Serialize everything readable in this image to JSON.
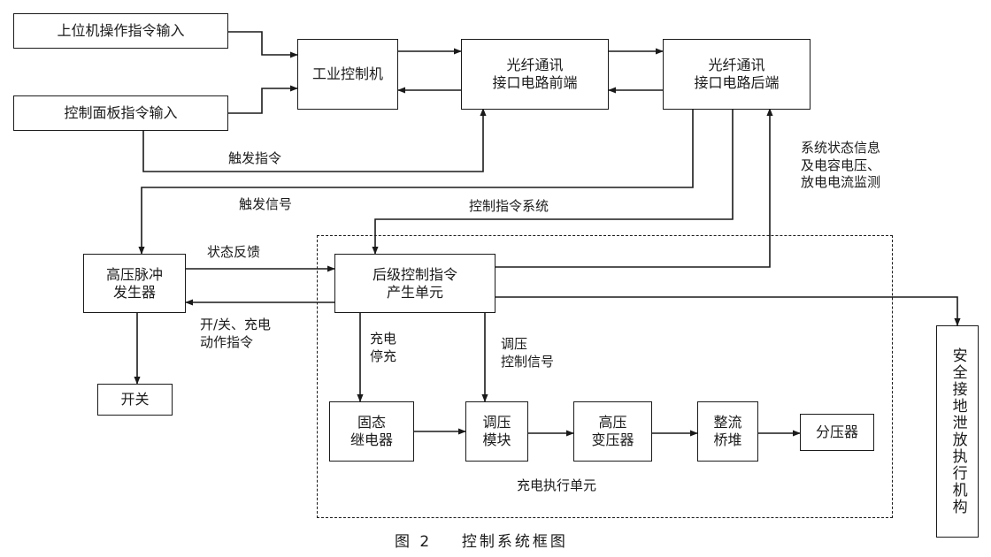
{
  "nodes": {
    "host_input": "上位机操作指令输入",
    "panel_input": "控制面板指令输入",
    "ipc": "工业控制机",
    "fiber_front": "光纤通讯\n接口电路前端",
    "fiber_back": "光纤通讯\n接口电路后端",
    "pulse_gen": "高压脉冲\n发生器",
    "switch": "开关",
    "ctrl_unit": "后级控制指令\n产生单元",
    "ssr": "固态\n继电器",
    "reg_module": "调压\n模块",
    "hv_transformer": "高压\n变压器",
    "rectifier": "整流\n桥堆",
    "divider": "分压器",
    "safety": "安全接地泄放执行机构"
  },
  "labels": {
    "trigger_cmd": "触发指令",
    "trigger_signal": "触发信号",
    "ctrl_cmd_system": "控制指令系统",
    "status_info": "系统状态信息\n及电容电压、\n放电电流监测",
    "status_feedback": "状态反馈",
    "onoff_cmd": "开/关、充电\n动作指令",
    "charge_stop": "充电\n停充",
    "reg_signal": "调压\n控制信号",
    "charge_exec_unit": "充电执行单元"
  },
  "caption": "图 2    控制系统框图"
}
